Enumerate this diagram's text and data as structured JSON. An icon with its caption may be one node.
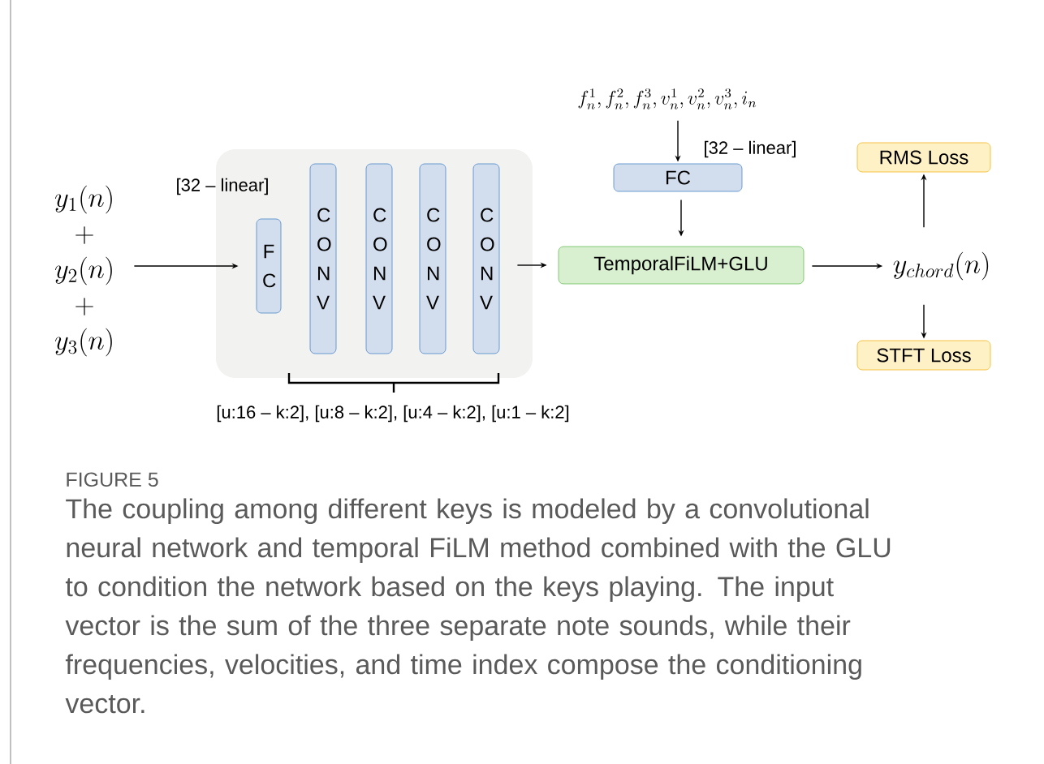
{
  "diagram": {
    "title": "FIGURE 5",
    "caption": "The coupling among different keys is modeled by a convolutional neural network and temporal FiLM method combined with the GLU to condition the network based on the keys playing. The input vector is the sum of the three separate note sounds, while their frequencies, velocities, and time index compose the conditioning vector.",
    "nodes": [
      {
        "text": [
          "y_1(n)",
          "+",
          "y_2(n)",
          "+",
          "y_3(n)"
        ]
      },
      {
        "text": [],
        "shape": "box"
      },
      {
        "text": [
          "F C"
        ],
        "in": 1
      },
      {
        "text": [
          "C O N V"
        ],
        "in": 1
      },
      {
        "text": [
          "C O N V"
        ],
        "in": 1
      },
      {
        "text": [
          "C O N V"
        ],
        "in": 1
      },
      {
        "text": [
          "C O N V"
        ],
        "in": 1
      },
      {
        "text": [
          "f_n^1, f_n^2, f_n^3, v_n^1, v_n^2, v_n^3, i_n"
        ]
      },
      {
        "text": [
          "FC"
        ]
      },
      {
        "text": [
          "TemporalFiLM+GLU"
        ]
      },
      {
        "text": [
          "y_{chord}(n)"
        ]
      },
      {
        "text": [
          "RMS Loss"
        ]
      },
      {
        "text": [
          "STFT Loss"
        ]
      }
    ],
    "edges": [
      {
        "from": 0,
        "to": 2,
        "arrow": "to"
      },
      {
        "from": 6,
        "to": 9,
        "arrow": "to"
      },
      {
        "from": 7,
        "to": 8,
        "arrow": "to",
        "label": "[32 – linear]"
      },
      {
        "from": 8,
        "to": 9,
        "arrow": "to"
      },
      {
        "from": 9,
        "to": 10,
        "arrow": "to"
      },
      {
        "from": 10,
        "to": 11,
        "arrow": "to"
      },
      {
        "from": 10,
        "to": 12,
        "arrow": "to"
      }
    ],
    "labels": [
      "[32 – linear]",
      "[u:16 – k:2], [u:8 – k:2], [u:4 – k:2], [u:1 – k:2]"
    ]
  }
}
